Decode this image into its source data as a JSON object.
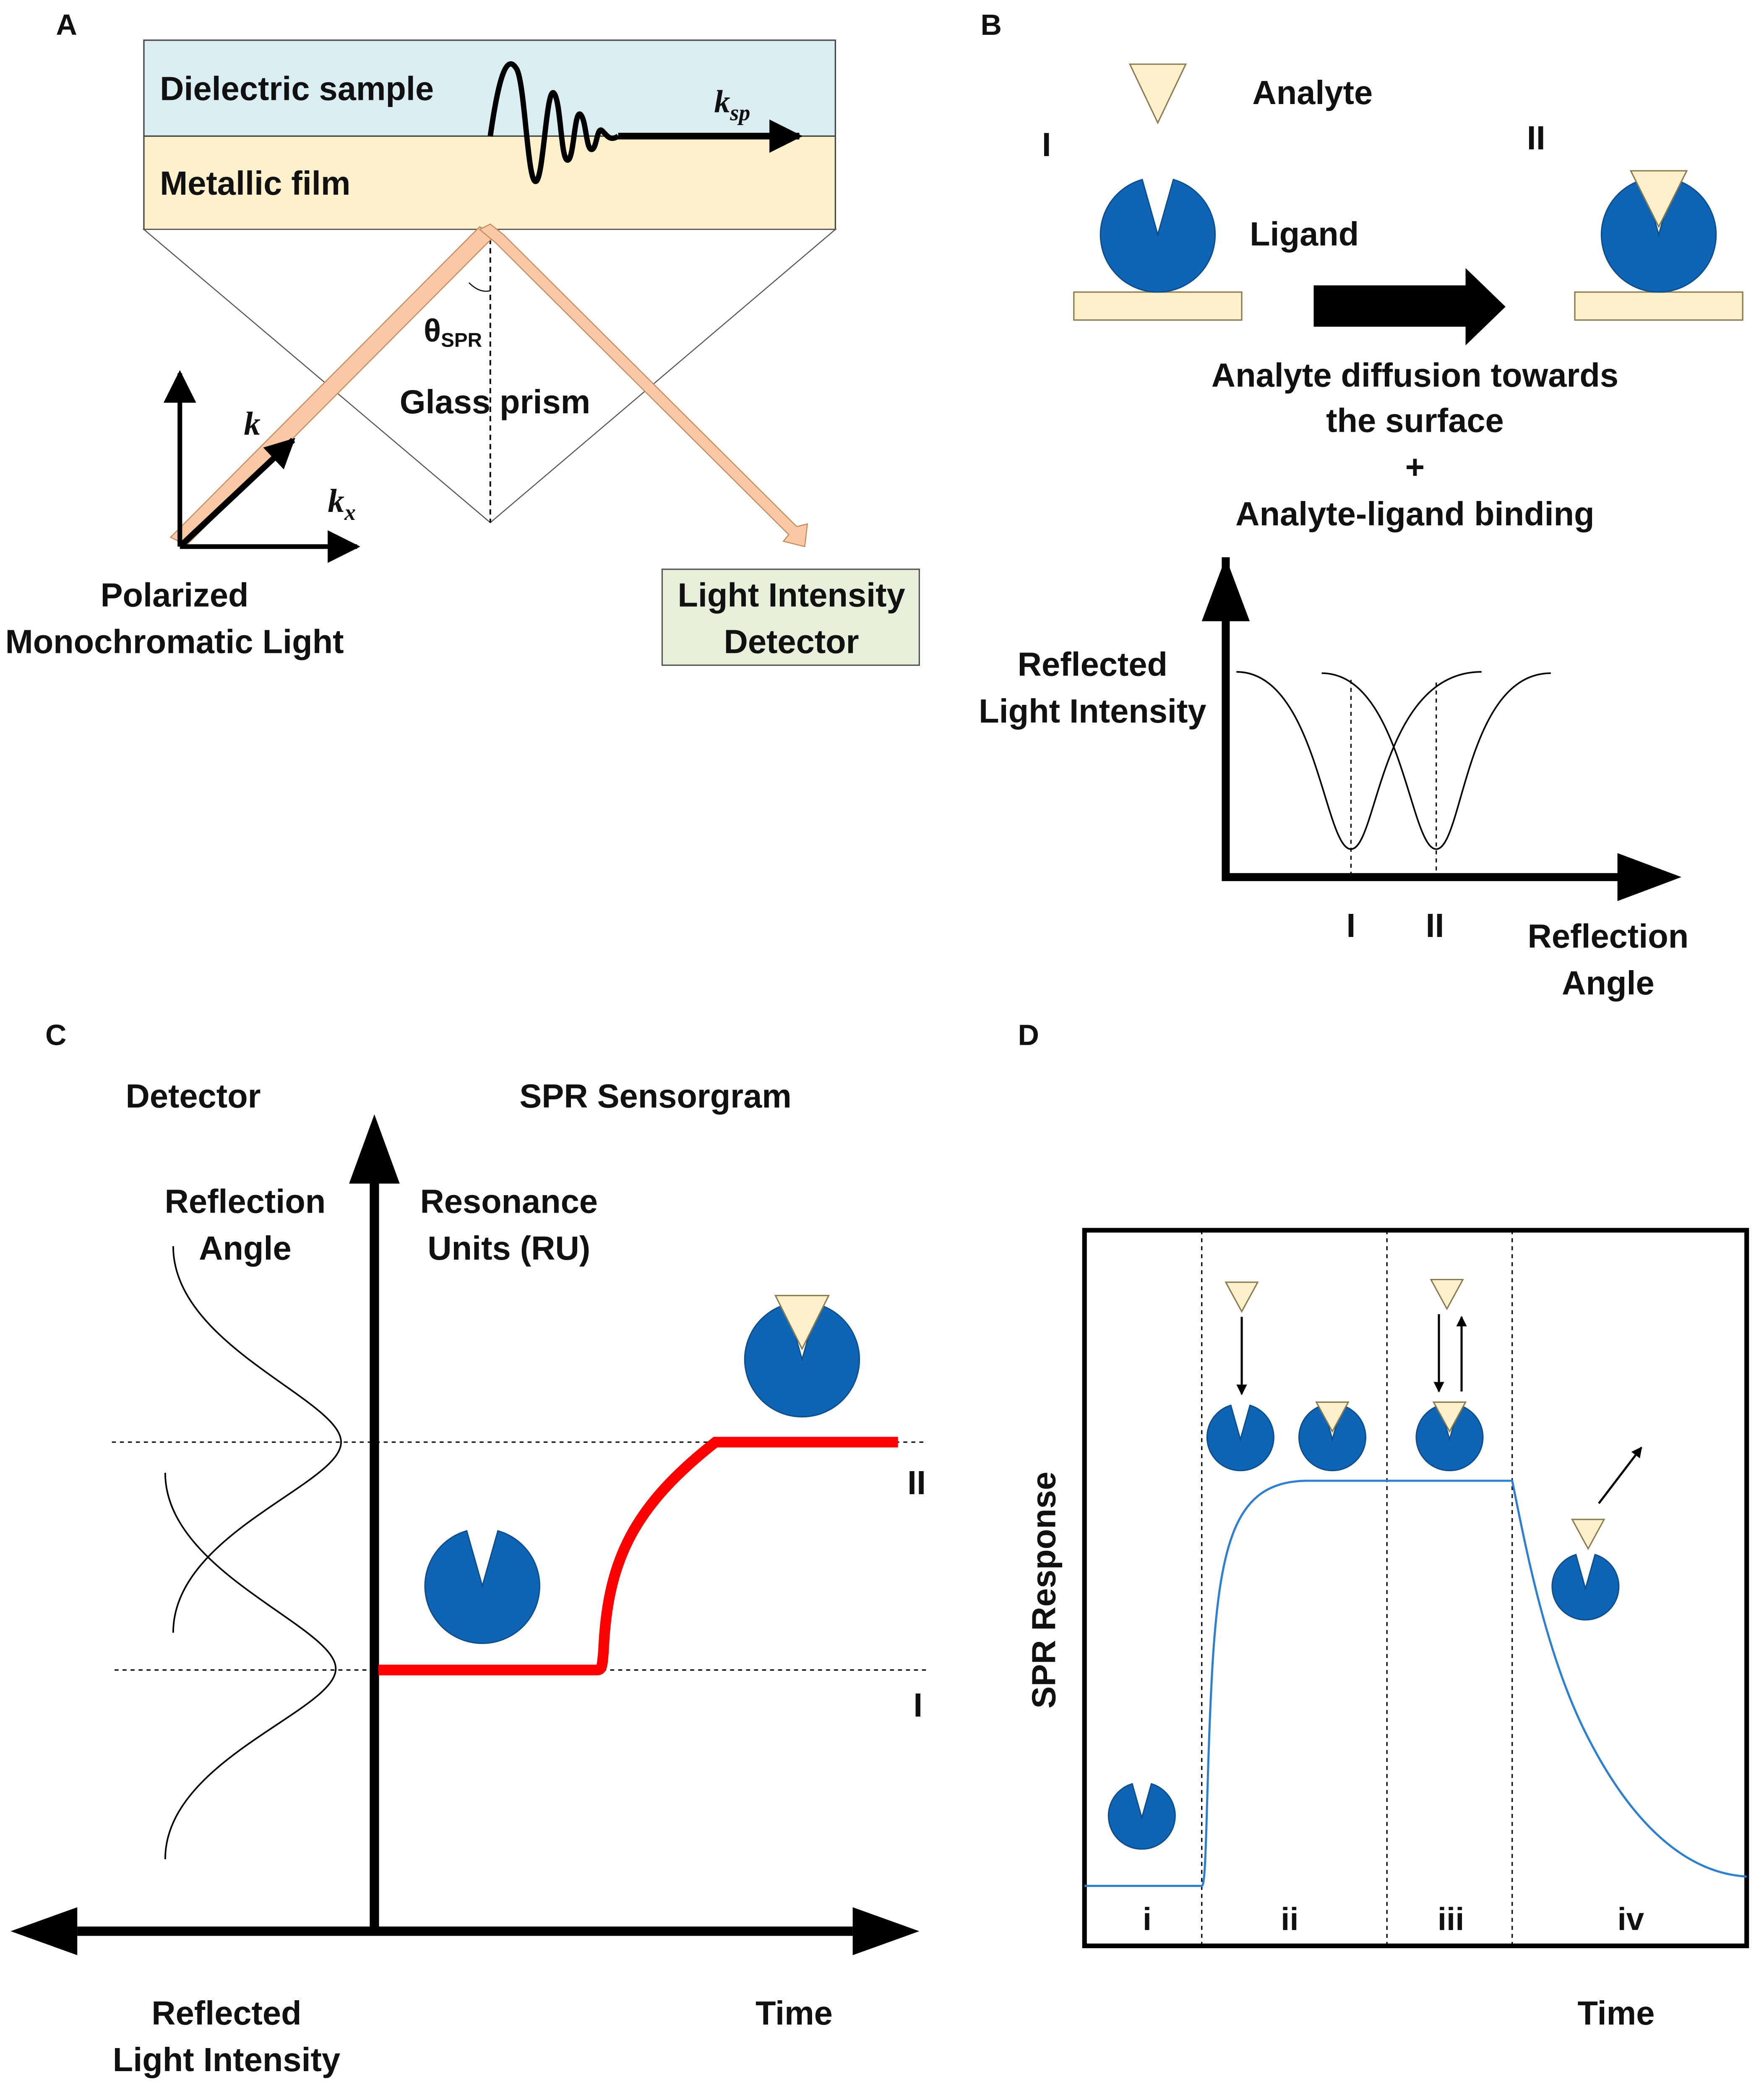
{
  "panelA": {
    "label": "A",
    "dielectric": "Dielectric sample",
    "metallic": "Metallic film",
    "ksp": "k",
    "ksp_sub": "sp",
    "theta": "θ",
    "theta_sub": "SPR",
    "prism": "Glass prism",
    "k": "k",
    "kx": "k",
    "kx_sub": "x",
    "source_line1": "Polarized",
    "source_line2": "Monochromatic Light",
    "detector_line1": "Light Intensity",
    "detector_line2": "Detector"
  },
  "panelB": {
    "label": "B",
    "analyte": "Analyte",
    "state1": "I",
    "state2": "II",
    "ligand": "Ligand",
    "caption_line1": "Analyte diffusion towards",
    "caption_line2": "the surface",
    "caption_line3": "+",
    "caption_line4": "Analyte-ligand binding",
    "ylabel_line1": "Reflected",
    "ylabel_line2": "Light Intensity",
    "tick1": "I",
    "tick2": "II",
    "xlabel_line1": "Reflection",
    "xlabel_line2": "Angle"
  },
  "panelC": {
    "label": "C",
    "detector": "Detector",
    "sensorgram": "SPR Sensorgram",
    "angle_line1": "Reflection",
    "angle_line2": "Angle",
    "ru_line1": "Resonance",
    "ru_line2": "Units (RU)",
    "level2": "II",
    "level1": "I",
    "xlabel_left_line1": "Reflected",
    "xlabel_left_line2": "Light Intensity",
    "xlabel_right": "Time"
  },
  "panelD": {
    "label": "D",
    "ylabel": "SPR Response",
    "phases": [
      "i",
      "ii",
      "iii",
      "iv"
    ],
    "xlabel": "Time"
  },
  "colors": {
    "dielectric_fill": "#d9edf3",
    "metal_fill": "#fdf1cc",
    "beam": "#f8c9a4",
    "detector_fill": "#e6efd9",
    "ligand_blue": "#0f64b4",
    "analyte_fill": "#fdf1cc",
    "sensorgram_red": "#ff0000",
    "response_blue": "#2f7fd0"
  }
}
